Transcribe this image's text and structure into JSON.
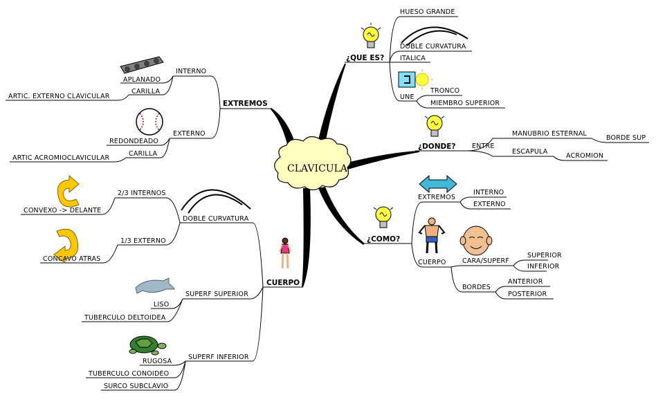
{
  "center": {
    "label": "CLAVICULA",
    "cloud_color": "#ffffc0"
  },
  "branches": {
    "que_es": {
      "label": "¿QUE ES?",
      "hueso_grande": "HUESO GRANDE",
      "doble_curvatura": "DOBLE CURVATURA",
      "italica": "ITALICA",
      "une": "UNE",
      "tronco": "TRONCO",
      "miembro_superior": "MIEMBRO SUPERIOR"
    },
    "donde": {
      "label": "¿DONDE?",
      "entre": "ENTRE",
      "manubrio": "MANUBRIO ESTERNAL",
      "borde_sup": "BORDE SUP",
      "escapula": "ESCAPULA",
      "acromion": "ACROMION"
    },
    "como": {
      "label": "¿COMO?",
      "extremos": "EXTREMOS",
      "interno": "INTERNO",
      "externo": "EXTERNO",
      "cuerpo": "CUERPO",
      "cara_superf": "CARA/SUPERF",
      "superior": "SUPERIOR",
      "inferior": "INFERIOR",
      "bordes": "BORDES",
      "anterior": "ANTERIOR",
      "posterior": "POSTERIOR"
    },
    "extremos": {
      "label": "EXTREMOS",
      "interno": "INTERNO",
      "aplanado": "APLANADO",
      "carilla_int": "CARILLA",
      "artic_externo": "ARTIC. EXTERNO CLAVICULAR",
      "externo": "EXTERNO",
      "redondeado": "REDONDEADO",
      "carilla_ext": "CARILLA",
      "artic_acromio": "ARTIC ACROMIOCLAVICULAR"
    },
    "cuerpo": {
      "label": "CUERPO",
      "doble_curvatura": "DOBLE CURVATURA",
      "internos": "2/3 INTERNOS",
      "convexo": "CONVEXO -> DELANTE",
      "externo": "1/3 EXTERNO",
      "concavo": "CONCAVO ATRAS",
      "superf_superior": "SUPERF SUPERIOR",
      "liso": "LISO",
      "tuberculo_deltoidea": "TUBERCULO DELTOIDEA",
      "superf_inferior": "SUPERF INFERIOR",
      "rugosa": "RUGOSA",
      "tuberculo_conoideo": "TUBERCULO CONOIDEO",
      "surco_subclavio": "SURCO SUBCLAVIO"
    }
  },
  "icons": [
    "lightbulb-icon",
    "curve-arc-icon",
    "italica-icon",
    "double-arrow-icon",
    "bodybuilder-icon",
    "face-icon",
    "bulldozer-icon",
    "baseball-icon",
    "convex-arrow-icon",
    "concave-arrow-icon",
    "woman-figure-icon",
    "dolphin-icon",
    "turtle-icon"
  ]
}
